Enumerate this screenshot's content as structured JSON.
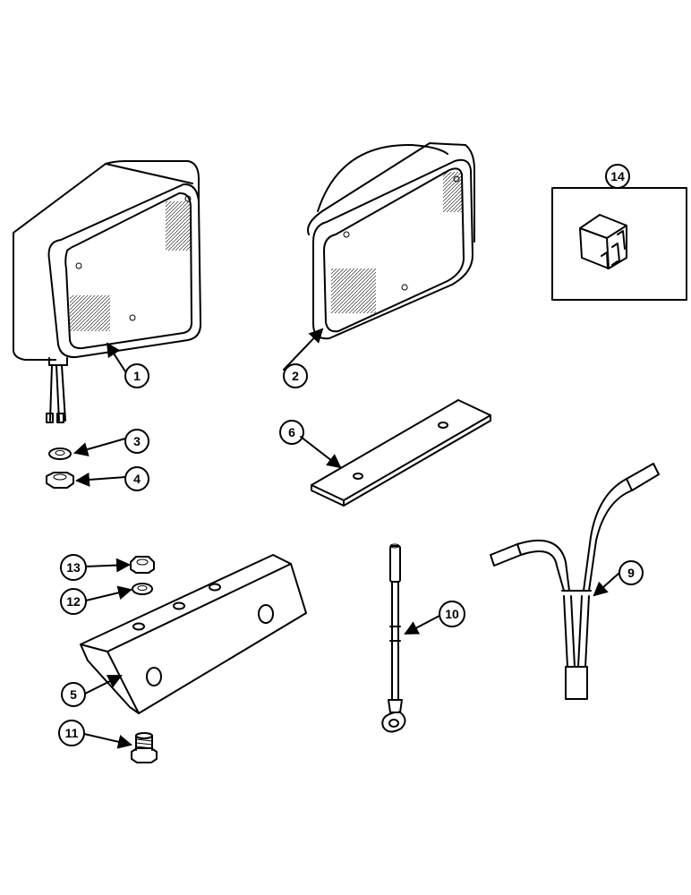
{
  "callouts": {
    "c1": "1",
    "c2": "2",
    "c3": "3",
    "c4": "4",
    "c5": "5",
    "c6": "6",
    "c9": "9",
    "c10": "10",
    "c11": "11",
    "c12": "12",
    "c13": "13",
    "c14": "14"
  }
}
